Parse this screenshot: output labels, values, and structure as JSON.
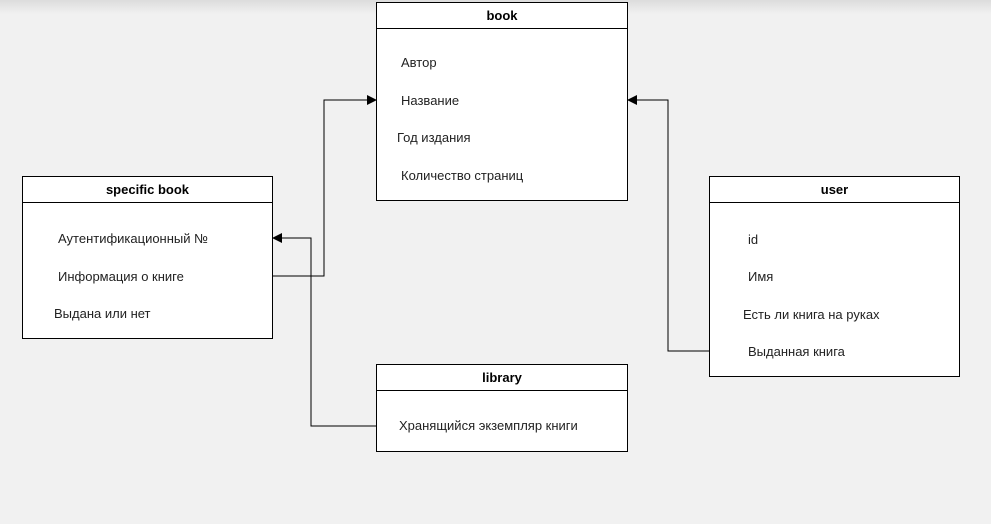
{
  "entities": {
    "book": {
      "title": "book",
      "fields": [
        "Автор",
        "Название",
        "Год издания",
        "Количество страниц"
      ]
    },
    "specific_book": {
      "title": "specific book",
      "fields": [
        "Аутентификационный №",
        "Информация о книге",
        "Выдана или нет"
      ]
    },
    "user": {
      "title": "user",
      "fields": [
        "id",
        "Имя",
        "Есть ли книга на руках",
        "Выданная книга"
      ]
    },
    "library": {
      "title": "library",
      "fields": [
        "Хранящийся экземпляр книги"
      ]
    }
  },
  "colors": {
    "background": "#f1f1f1",
    "line": "#000000",
    "box": "#ffffff"
  }
}
